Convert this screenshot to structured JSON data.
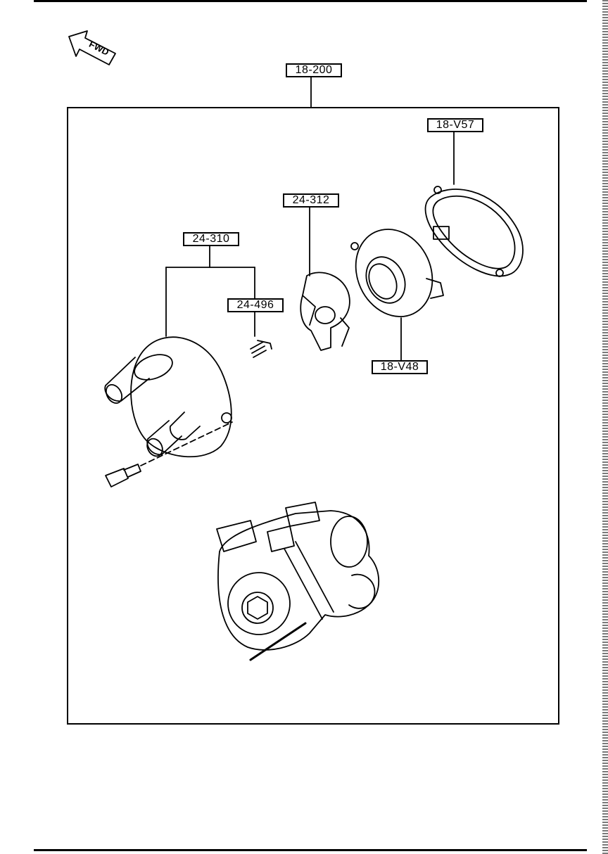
{
  "diagram": {
    "fwd_label": "FWD",
    "callouts": {
      "assembly": "18-200",
      "gasket": "18-V57",
      "rotor": "24-312",
      "cap": "24-310",
      "spring": "24-496",
      "seal": "18-V48"
    }
  },
  "colors": {
    "ink": "#000000",
    "paper": "#ffffff"
  }
}
